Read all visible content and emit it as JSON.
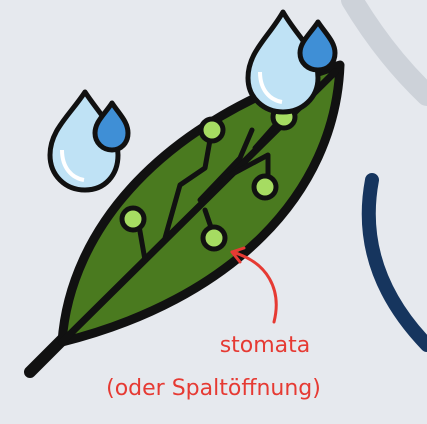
{
  "diagram": {
    "subject": "leaf-with-stomata-and-water-drops",
    "label": {
      "line1": "stomata",
      "line2": "(oder Spaltöffnung)"
    },
    "colors": {
      "background": "#e6e9ee",
      "leaf_fill": "#4a7a1f",
      "outline": "#111111",
      "stomata_dot": "#a6dc62",
      "water_drop_light": "#bfe2f5",
      "water_drop_dark": "#3f8fd6",
      "label_text": "#e63a33",
      "arrow": "#e63a33",
      "arc_light": "#cdd2d9",
      "arc_dark": "#16355e"
    },
    "icons": [
      "leaf-icon",
      "water-drop-icon",
      "stomata-dot-icon",
      "arrow-icon"
    ]
  }
}
